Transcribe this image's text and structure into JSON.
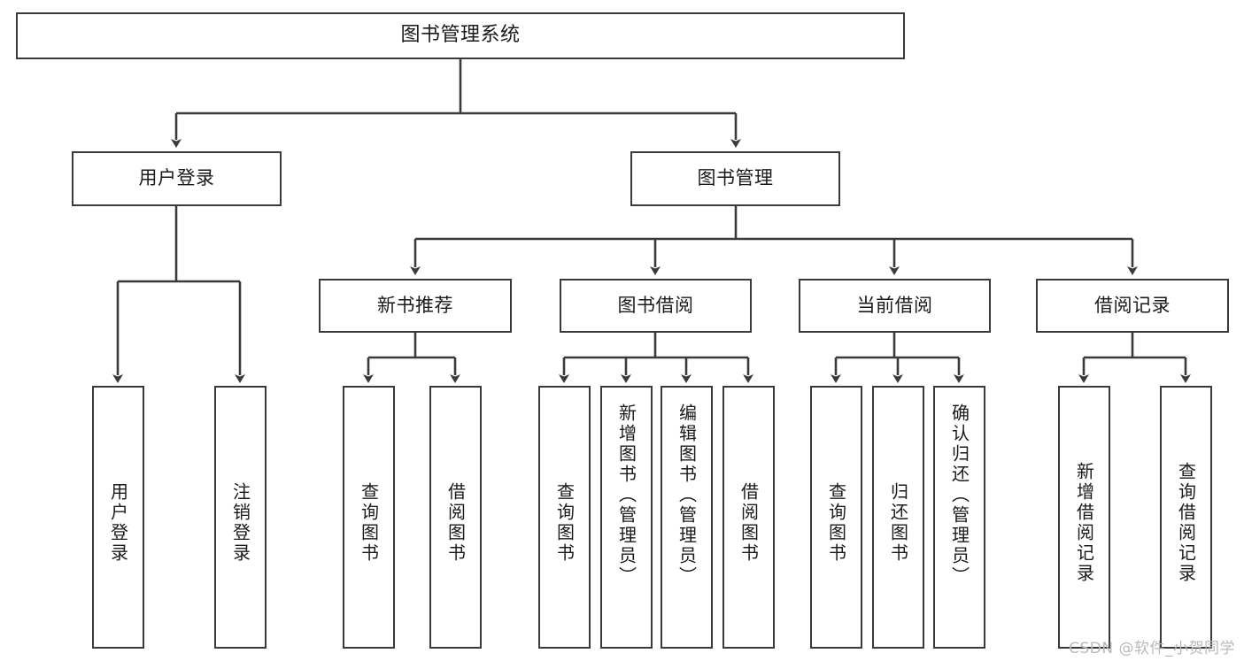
{
  "diagram": {
    "title": "图书管理系统",
    "root": {
      "label": "图书管理系统"
    },
    "level2": [
      {
        "label": "用户登录"
      },
      {
        "label": "图书管理"
      }
    ],
    "level3": [
      {
        "label": "新书推荐"
      },
      {
        "label": "图书借阅"
      },
      {
        "label": "当前借阅"
      },
      {
        "label": "借阅记录"
      }
    ],
    "leaves": {
      "user_login": [
        {
          "label": "用户登录"
        },
        {
          "label": "注销登录"
        }
      ],
      "new_book": [
        {
          "label": "查询图书"
        },
        {
          "label": "借阅图书"
        }
      ],
      "borrow": [
        {
          "label": "查询图书"
        },
        {
          "label": "新增图书（管理员）"
        },
        {
          "label": "编辑图书（管理员）"
        },
        {
          "label": "借阅图书"
        }
      ],
      "current": [
        {
          "label": "查询图书"
        },
        {
          "label": "归还图书"
        },
        {
          "label": "确认归还（管理员）"
        }
      ],
      "records": [
        {
          "label": "新增借阅记录"
        },
        {
          "label": "查询借阅记录"
        }
      ]
    }
  },
  "watermark": {
    "text": "CSDN @软件_小贺同学"
  },
  "colors": {
    "stroke": "#3a3a3a",
    "background": "#ffffff",
    "text": "#1a1a1a",
    "watermark": "#b9b9b9"
  }
}
